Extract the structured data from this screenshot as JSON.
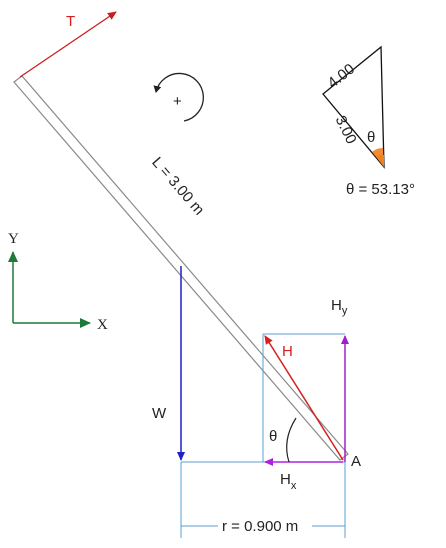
{
  "labels": {
    "tension": "T",
    "rotation_sign": "+",
    "tri_hyp": "4.00",
    "tri_side": "3.00",
    "tri_angle": "θ",
    "theta_value": "θ = 53.13°",
    "length": "L = 3.00 m",
    "axis_y": "Y",
    "axis_x": "X",
    "force_h": "H",
    "force_hy_main": "H",
    "force_hy_sub": "y",
    "force_hx_main": "H",
    "force_hx_sub": "x",
    "weight": "W",
    "angle_theta": "θ",
    "point_a": "A",
    "distance": "r = 0.900 m"
  },
  "colors": {
    "tension": "#c81e1e",
    "force_h": "#d62020",
    "vertical_hy": "#a020c8",
    "horizontal_hx": "#b020e0",
    "weight": "#2020c8",
    "axes": "#1e7a3a",
    "dim_lines": "#5aa0d0",
    "angle_marker": "#f08020"
  }
}
